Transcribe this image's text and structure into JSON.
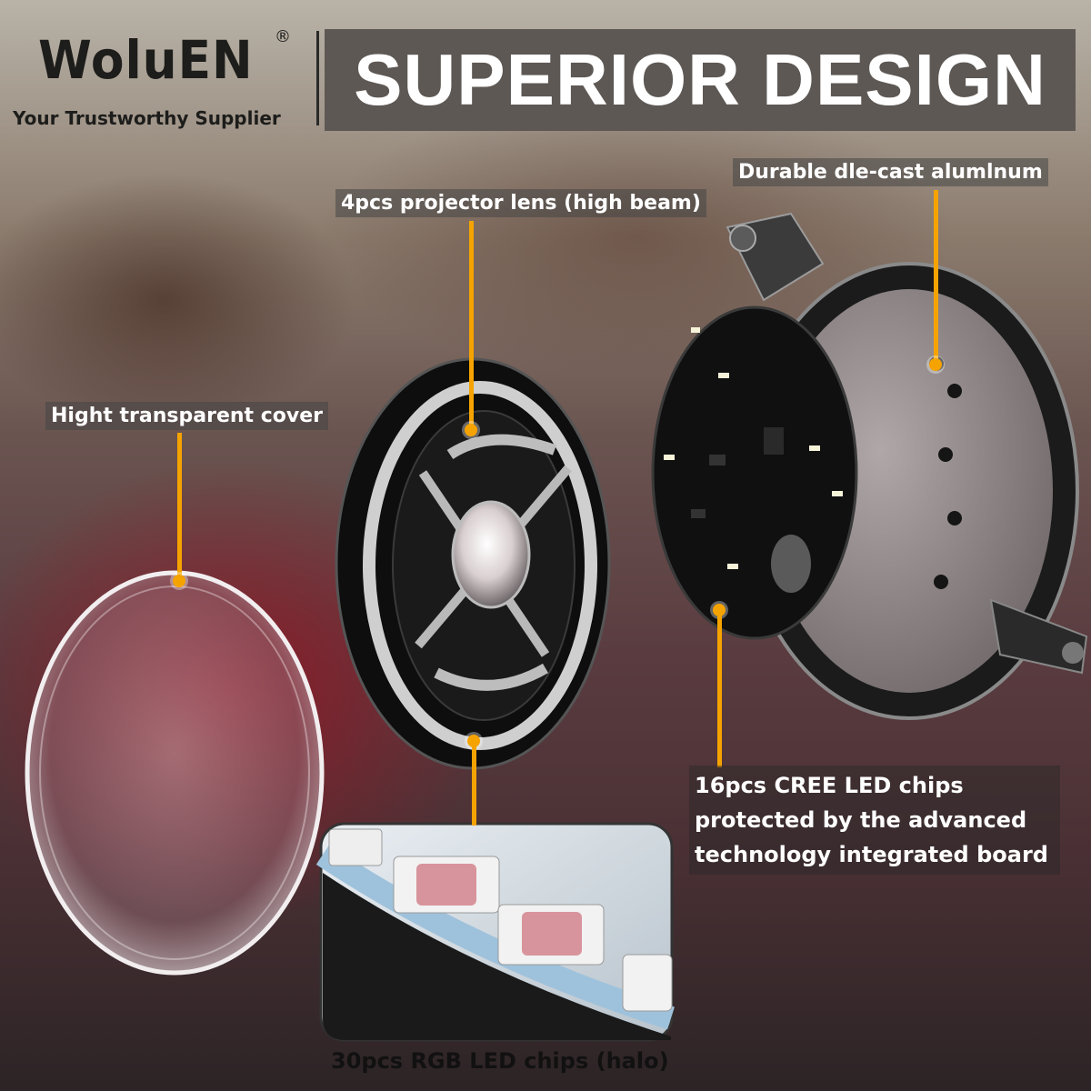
{
  "brand": {
    "name": "WoluEN",
    "registered_mark": "®",
    "tagline": "Your Trustworthy Supplier"
  },
  "headline": "SUPERIOR DESIGN",
  "callouts": {
    "cover": "Hight transparent cover",
    "projector": "4pcs projector lens (high beam)",
    "housing": "Durable dle-cast alumlnum",
    "cree": "16pcs CREE LED chips protected by the advanced technology integrated board",
    "rgb": "30pcs RGB LED chips (halo)"
  },
  "colors": {
    "accent": "#f5a300",
    "headline_bg": "#5d5854",
    "label_text": "#ffffff"
  }
}
